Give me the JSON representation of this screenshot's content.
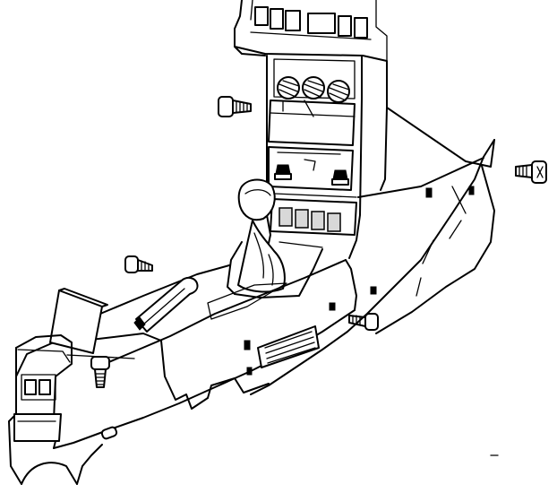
{
  "figure": {
    "kind": "exploded-view-line-drawing",
    "subject": "center-console",
    "stroke_color": "#000000",
    "background_color": "#ffffff"
  },
  "callouts": [
    {
      "name": "screw-top-left",
      "icon": "screw-icon"
    },
    {
      "name": "screw-right",
      "icon": "screw-icon"
    },
    {
      "name": "screw-mid-left",
      "icon": "screw-icon"
    },
    {
      "name": "screw-lower-mid",
      "icon": "screw-icon"
    },
    {
      "name": "screw-front",
      "icon": "screw-icon"
    },
    {
      "name": "nut-left",
      "icon": "nut-icon"
    },
    {
      "name": "nut-right",
      "icon": "nut-icon"
    }
  ]
}
